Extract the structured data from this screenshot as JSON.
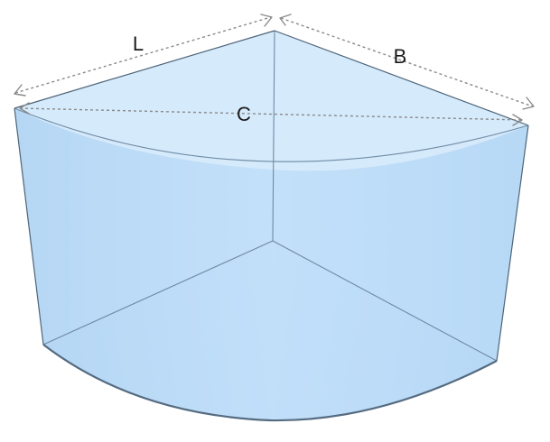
{
  "diagram": {
    "labels": {
      "length": "L",
      "breadth": "B",
      "chord": "C"
    },
    "colors": {
      "face_fill": "#bfdcf7",
      "top_fill": "#d4e8fa",
      "bottom_fill": "#b8d8f5",
      "edge": "#6f8aa3",
      "dimension_line": "#8a8a8a"
    }
  }
}
